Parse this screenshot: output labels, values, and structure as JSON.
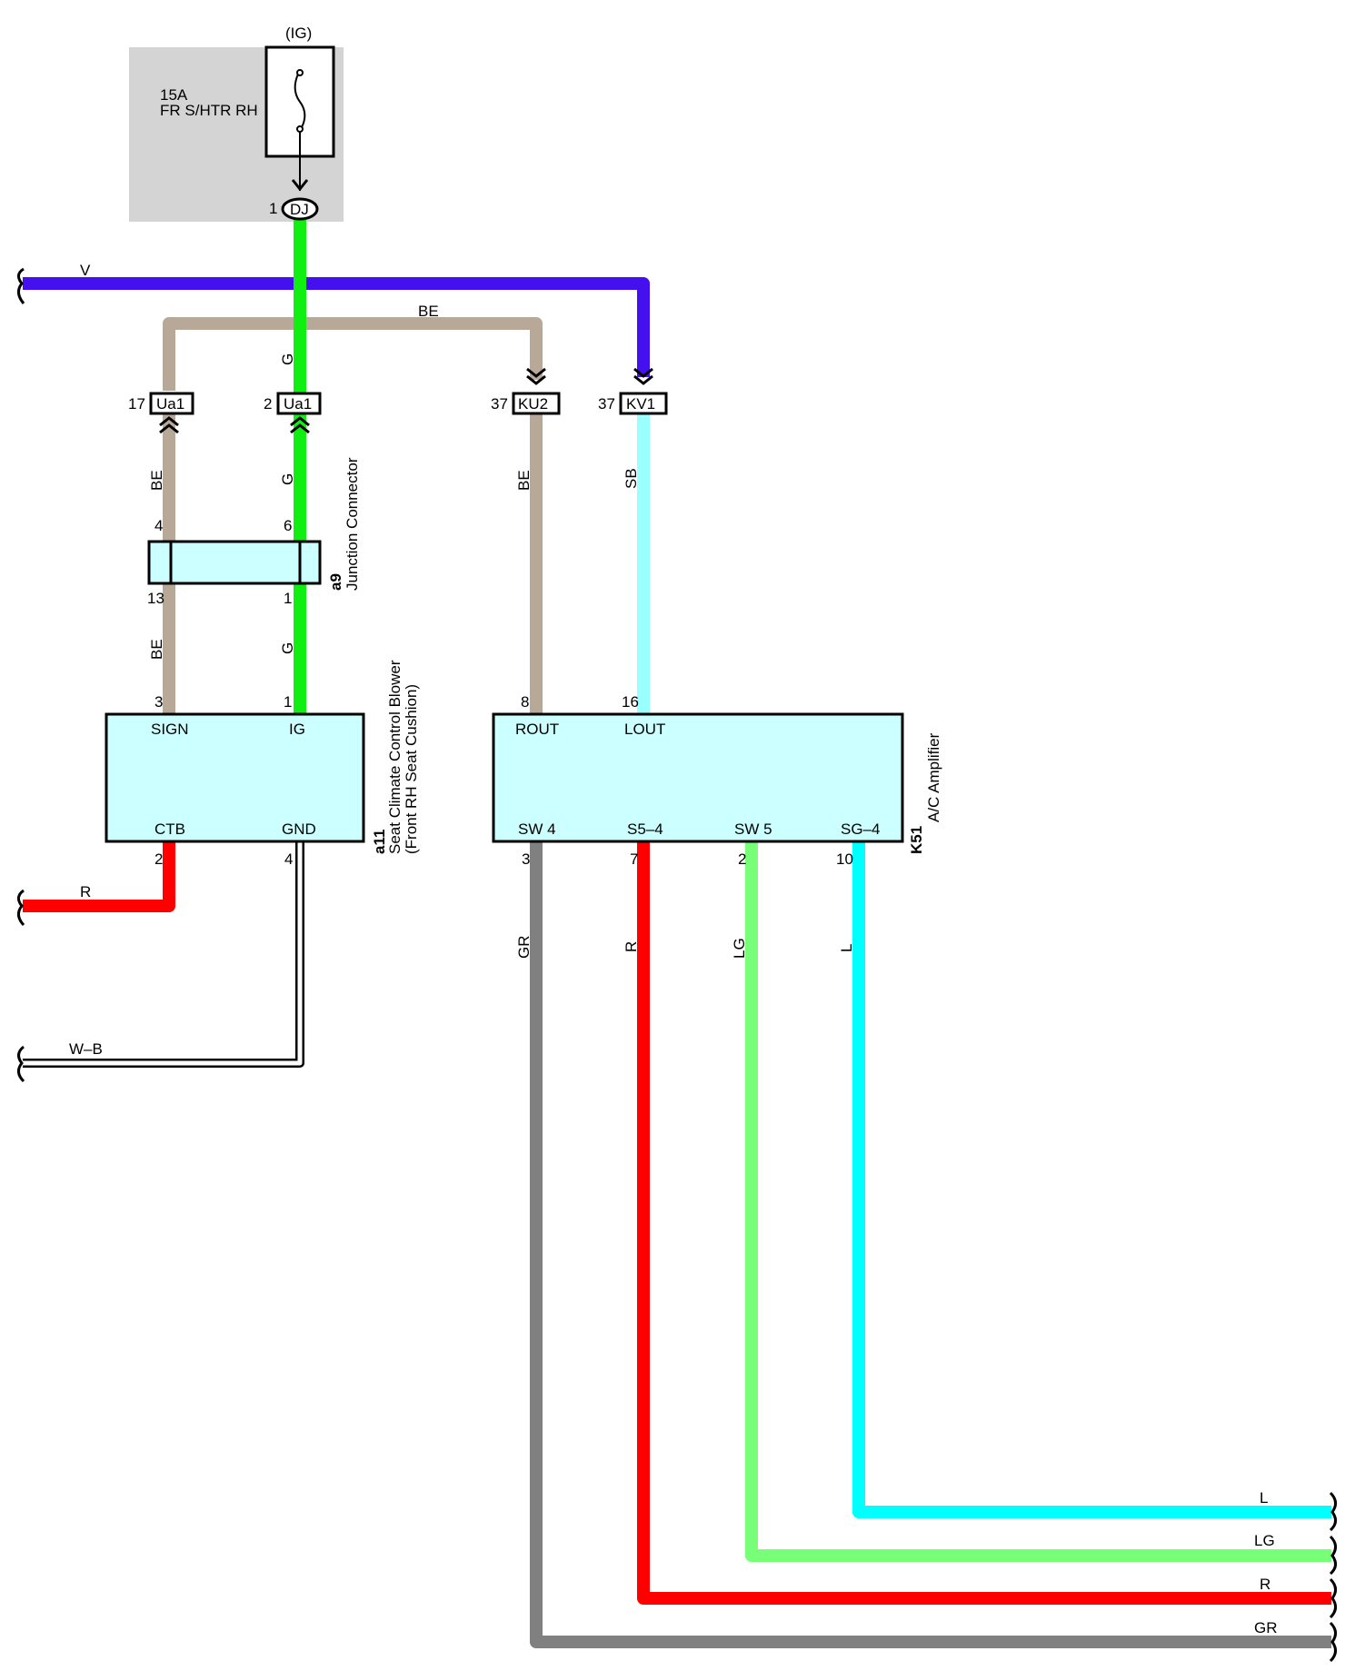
{
  "colors": {
    "V": "#4411ee",
    "BE": "#b8a898",
    "G": "#11ee11",
    "SB": "#99ffff",
    "R": "#ff0000",
    "GR": "#808080",
    "LG": "#77ff77",
    "L": "#00ffff",
    "box": "#ccffff",
    "fuse_bg": "#d4d4d4"
  },
  "fuse": {
    "ig": "(IG)",
    "rating": "15A",
    "name": "FR S/HTR RH",
    "pin": "1",
    "conn": "DJ"
  },
  "wires": {
    "v": "V",
    "be": "BE",
    "g": "G",
    "sb": "SB",
    "r": "R",
    "wb": "W–B",
    "gr": "GR",
    "lg": "LG",
    "l": "L"
  },
  "connectors": {
    "c1": {
      "pin": "17",
      "name": "Ua1"
    },
    "c2": {
      "pin": "2",
      "name": "Ua1"
    },
    "c3": {
      "pin": "37",
      "name": "KU2"
    },
    "c4": {
      "pin": "37",
      "name": "KV1"
    }
  },
  "junction": {
    "id": "a9",
    "name": "Junction Connector",
    "p4": "4",
    "p6": "6",
    "p13": "13",
    "p1": "1"
  },
  "blower": {
    "id": "a11",
    "name": "Seat Climate Control Blower",
    "sub": "(Front RH Seat Cushion)",
    "sign": "SIGN",
    "ig": "IG",
    "ctb": "CTB",
    "gnd": "GND",
    "p_sign": "3",
    "p_ig": "1",
    "p_ctb": "2",
    "p_gnd": "4"
  },
  "amp": {
    "id": "K51",
    "name": "A/C Amplifier",
    "rout": "ROUT",
    "lout": "LOUT",
    "sw4": "SW 4",
    "s54": "S5–4",
    "sw5": "SW 5",
    "sg4": "SG–4",
    "p_rout": "8",
    "p_lout": "16",
    "p_sw4": "3",
    "p_s54": "7",
    "p_sw5": "2",
    "p_sg4": "10"
  }
}
